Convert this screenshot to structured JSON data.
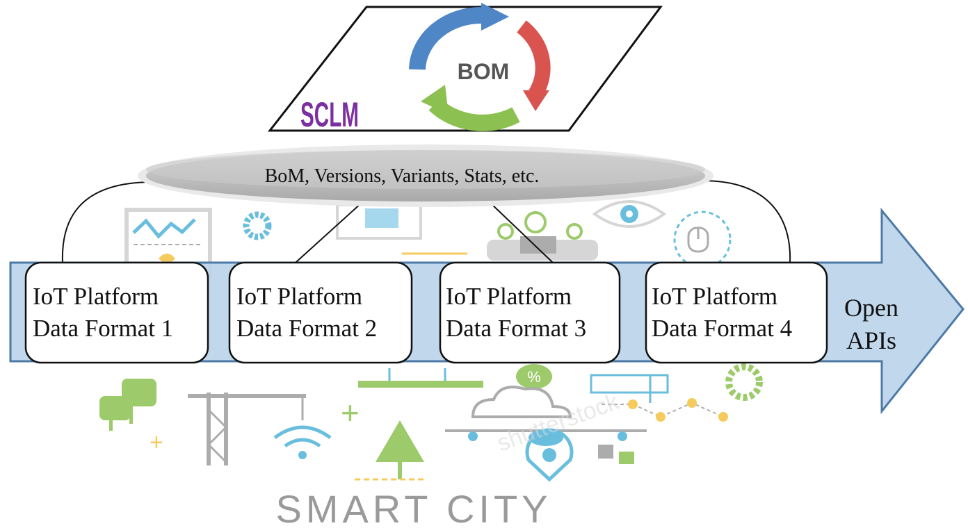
{
  "sclm_logo": {
    "brand_text": "SCLM",
    "cycle_text": "BOM",
    "brand_color": "#7b2fa0",
    "arrow_colors": [
      "#4f86c6",
      "#d9534f",
      "#8cc152"
    ]
  },
  "repository": {
    "label": "BoM, Versions, Variants, Stats, etc."
  },
  "platforms": [
    {
      "line1": "IoT Platform",
      "line2": "Data Format 1"
    },
    {
      "line1": "IoT Platform",
      "line2": "Data Format 2"
    },
    {
      "line1": "IoT Platform",
      "line2": "Data Format 3"
    },
    {
      "line1": "IoT Platform",
      "line2": "Data Format 4"
    }
  ],
  "open_apis": {
    "line1": "Open",
    "line2": "APIs"
  },
  "background": {
    "caption": "SMART CITY",
    "watermark": "shutterstock",
    "accent_colors": [
      "#4fb3d9",
      "#8cc152",
      "#f5c242",
      "#9e9e9e"
    ]
  }
}
